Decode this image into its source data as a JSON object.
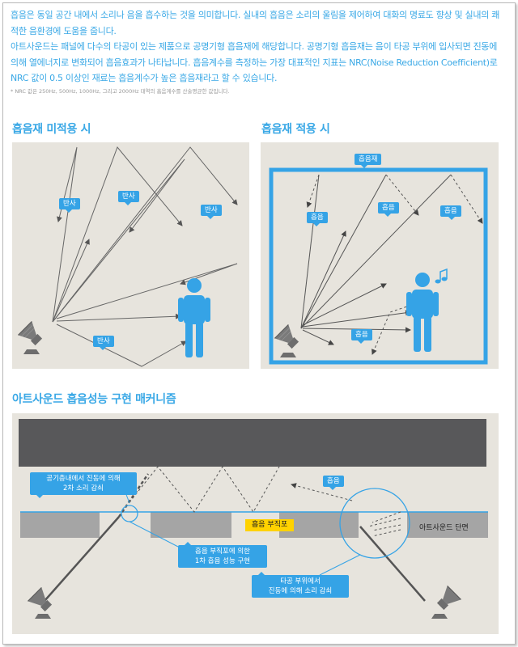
{
  "intro": {
    "p1": "흡음은 동일 공간 내에서 소리나 음을 흡수하는 것을 의미합니다. 실내의 흡음은 소리의 울림을 제어하여 대화의 명료도 향상 및 실내의 쾌적한 음환경에 도움을 줍니다.",
    "p2": "아트사운드는 패널에 다수의 타공이 있는 제품으로 공명기형 흡음재에 해당합니다. 공명기형 흡음재는 음이 타공 부위에 입사되면 진동에 의해 열에너지로 변화되어 흡음효과가 나타납니다. 흡음계수를 측정하는 가장 대표적인 지표는 NRC(Noise Reduction Coefficient)로 NRC 값이 0.5 이상인 재료는 흡음계수가 높은 흡음재라고 할 수 있습니다.",
    "note": "* NRC 값은 250Hz, 500Hz, 1000Hz, 그리고 2000Hz 대역의 흡음계수를 산술평균한 값입니다."
  },
  "left_panel": {
    "title": "흡음재 미적용 시",
    "labels": [
      "반사",
      "반사",
      "반사",
      "반사"
    ]
  },
  "right_panel": {
    "title": "흡음재 적용 시",
    "material_label": "흡음재",
    "labels": [
      "흡음",
      "흡음",
      "흡음",
      "흡음"
    ]
  },
  "mechanism": {
    "title": "아트사운드 흡음성능 구현 매커니즘",
    "air_layer_label": [
      "공기층내에서 진동에 의해",
      "2차 소리 감쇠"
    ],
    "absorb_label": "흡음",
    "fabric_label": "흡음 부직포",
    "section_label": "아트사운드 단면",
    "first_absorb_label": [
      "흡음 부직포에 의한",
      "1차 흡음 성능 구현"
    ],
    "perforation_label": [
      "타공 부위에서",
      "진동에 의해 소리 감쇠"
    ]
  },
  "colors": {
    "accent": "#39a8e6",
    "tag": "#35a3e6",
    "panel_bg": "#e7e4dd",
    "ceiling": "#58585a",
    "yellow": "#ffd200"
  }
}
